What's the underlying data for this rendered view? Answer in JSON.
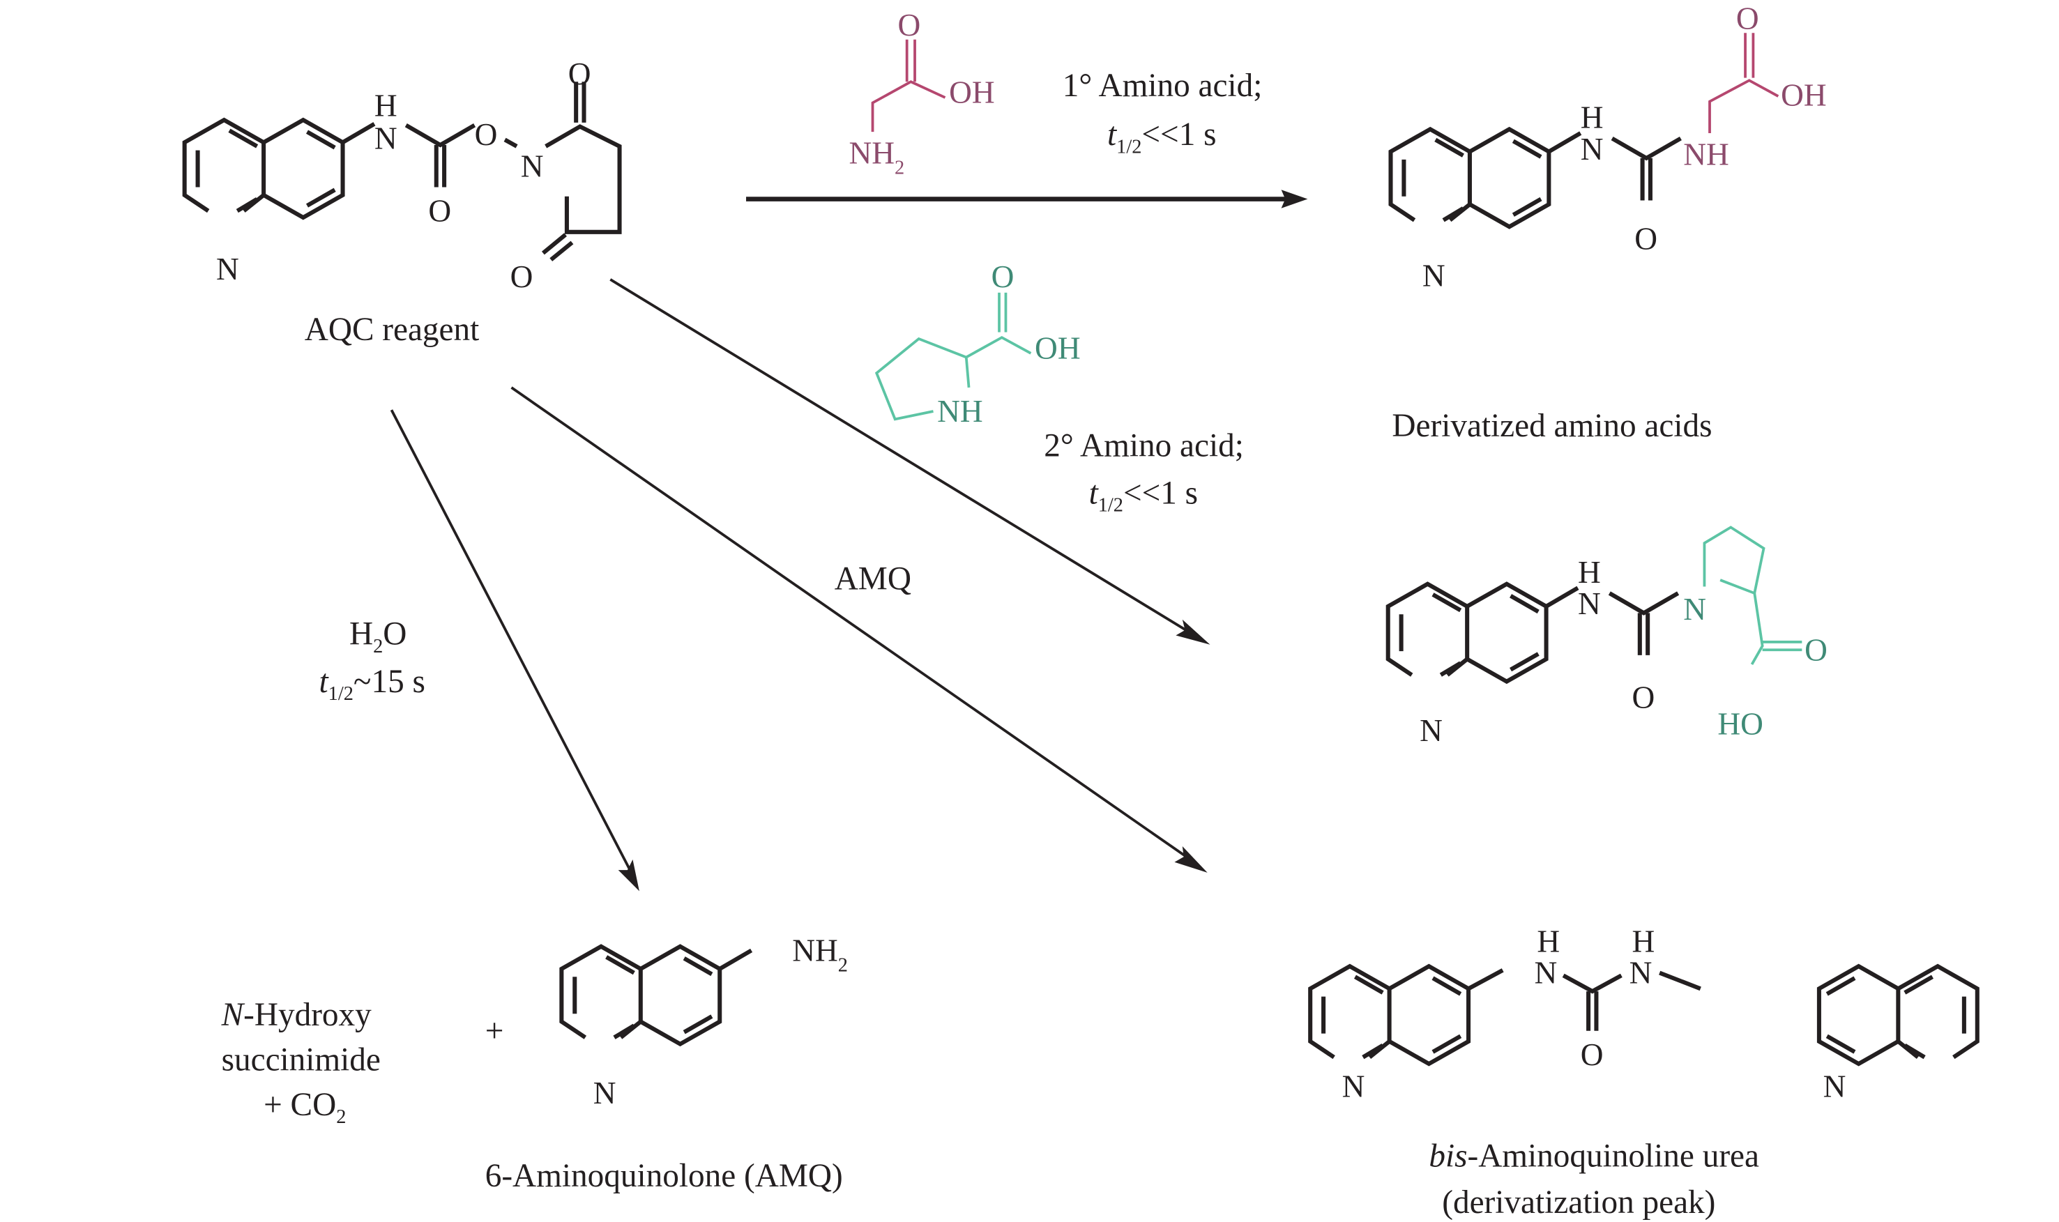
{
  "figure": {
    "title": "AQC derivatization reaction scheme",
    "colors": {
      "ink": "#231f20",
      "primary_amino_acid": "#8b4a6b",
      "primary_amino_acid_bonds": "#b5476f",
      "secondary_amino_acid": "#3f8a76",
      "secondary_amino_acid_bonds": "#5cc4a4"
    }
  },
  "reagent": {
    "label": "AQC reagent",
    "atoms": {
      "n_ring": "N",
      "nh_h": "H",
      "nh_n": "N",
      "carbonyl_o": "O",
      "ester_o": "O",
      "imide_n": "N",
      "imide_o_top": "O",
      "imide_o_bottom": "O"
    }
  },
  "reactions": {
    "primary": {
      "reactant_atoms": {
        "o": "O",
        "oh": "OH",
        "nh2": "NH",
        "nh2_sub": "2"
      },
      "condition_line1": "1° Amino acid;",
      "t_italic": "t",
      "t_sub": "1/2",
      "t_rest": "<<1 s"
    },
    "secondary": {
      "reactant_atoms": {
        "o": "O",
        "oh": "OH",
        "nh": "NH"
      },
      "condition_line1": "2° Amino acid;",
      "t_italic": "t",
      "t_sub": "1/2",
      "t_rest": "<<1 s"
    },
    "amq": {
      "label": "AMQ"
    },
    "hydrolysis": {
      "h": "H",
      "h_sub": "2",
      "o": "O",
      "t_italic": "t",
      "t_sub": "1/2",
      "t_rest": "~15 s"
    }
  },
  "products": {
    "derivatized_label": "Derivatized amino acids",
    "primary_product_atoms": {
      "n_ring": "N",
      "h": "H",
      "n": "N",
      "o": "O",
      "nh": "NH",
      "co_o": "O",
      "oh": "OH"
    },
    "secondary_product_atoms": {
      "n_ring": "N",
      "h": "H",
      "n": "N",
      "o": "O",
      "pro_n": "N",
      "co_o": "O",
      "ho": "HO"
    },
    "byproduct": {
      "line1_italic": "N",
      "line1_rest": "-Hydroxy",
      "line2": "succinimide",
      "line3": "+ CO",
      "line3_sub": "2",
      "plus": "+"
    },
    "amq": {
      "atoms": {
        "n_ring": "N",
        "nh2": "NH",
        "nh2_sub": "2"
      },
      "label": "6-Aminoquinolone (AMQ)"
    },
    "bis_urea": {
      "atoms": {
        "n_left": "N",
        "n_right": "N",
        "h1": "H",
        "n1": "N",
        "h2": "H",
        "n2": "N",
        "o": "O"
      },
      "label_italic": "bis",
      "label_rest": "-Aminoquinoline urea",
      "label_line2": "(derivatization peak)"
    }
  }
}
